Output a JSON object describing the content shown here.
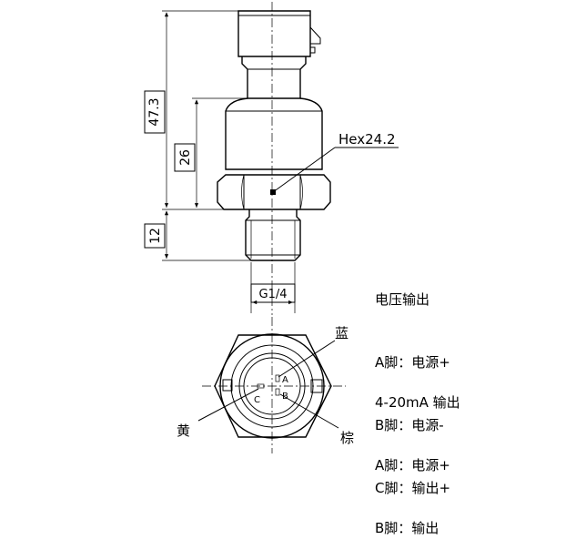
{
  "dimensions": {
    "total_height": "47.3",
    "body_height": "26",
    "thread_height": "12",
    "thread_spec": "G1/4",
    "hex_label": "Hex24.2"
  },
  "wire_colors": {
    "blue": "蓝",
    "yellow": "黄",
    "brown": "棕"
  },
  "pin_labels": {
    "a": "A",
    "b": "B",
    "c": "C"
  },
  "legend": {
    "voltage": {
      "title": "电压输出",
      "lines": [
        "A脚：电源+",
        "B脚：电源-",
        "C脚：输出+"
      ]
    },
    "current": {
      "title": "4-20mA 输出",
      "lines": [
        "A脚：电源+",
        "B脚：输出"
      ]
    }
  }
}
